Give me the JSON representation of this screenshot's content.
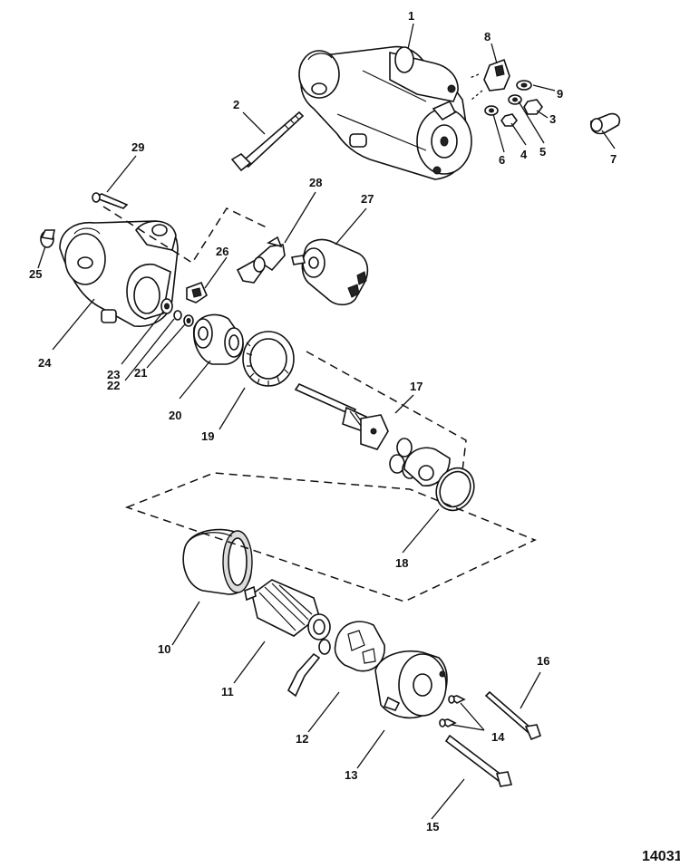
{
  "diagram": {
    "reference_number": "14031",
    "callouts": [
      {
        "id": "c1",
        "label": "1"
      },
      {
        "id": "c2",
        "label": "2"
      },
      {
        "id": "c3",
        "label": "3"
      },
      {
        "id": "c4",
        "label": "4"
      },
      {
        "id": "c5",
        "label": "5"
      },
      {
        "id": "c6",
        "label": "6"
      },
      {
        "id": "c7",
        "label": "7"
      },
      {
        "id": "c8",
        "label": "8"
      },
      {
        "id": "c9",
        "label": "9"
      },
      {
        "id": "c10",
        "label": "10"
      },
      {
        "id": "c11",
        "label": "11"
      },
      {
        "id": "c12",
        "label": "12"
      },
      {
        "id": "c13",
        "label": "13"
      },
      {
        "id": "c14",
        "label": "14"
      },
      {
        "id": "c15",
        "label": "15"
      },
      {
        "id": "c16",
        "label": "16"
      },
      {
        "id": "c17",
        "label": "17"
      },
      {
        "id": "c18",
        "label": "18"
      },
      {
        "id": "c19",
        "label": "19"
      },
      {
        "id": "c20",
        "label": "20"
      },
      {
        "id": "c21",
        "label": "21"
      },
      {
        "id": "c22",
        "label": "22"
      },
      {
        "id": "c23",
        "label": "23"
      },
      {
        "id": "c24",
        "label": "24"
      },
      {
        "id": "c25",
        "label": "25"
      },
      {
        "id": "c26",
        "label": "26"
      },
      {
        "id": "c27",
        "label": "27"
      },
      {
        "id": "c28",
        "label": "28"
      },
      {
        "id": "c29",
        "label": "29"
      }
    ]
  }
}
